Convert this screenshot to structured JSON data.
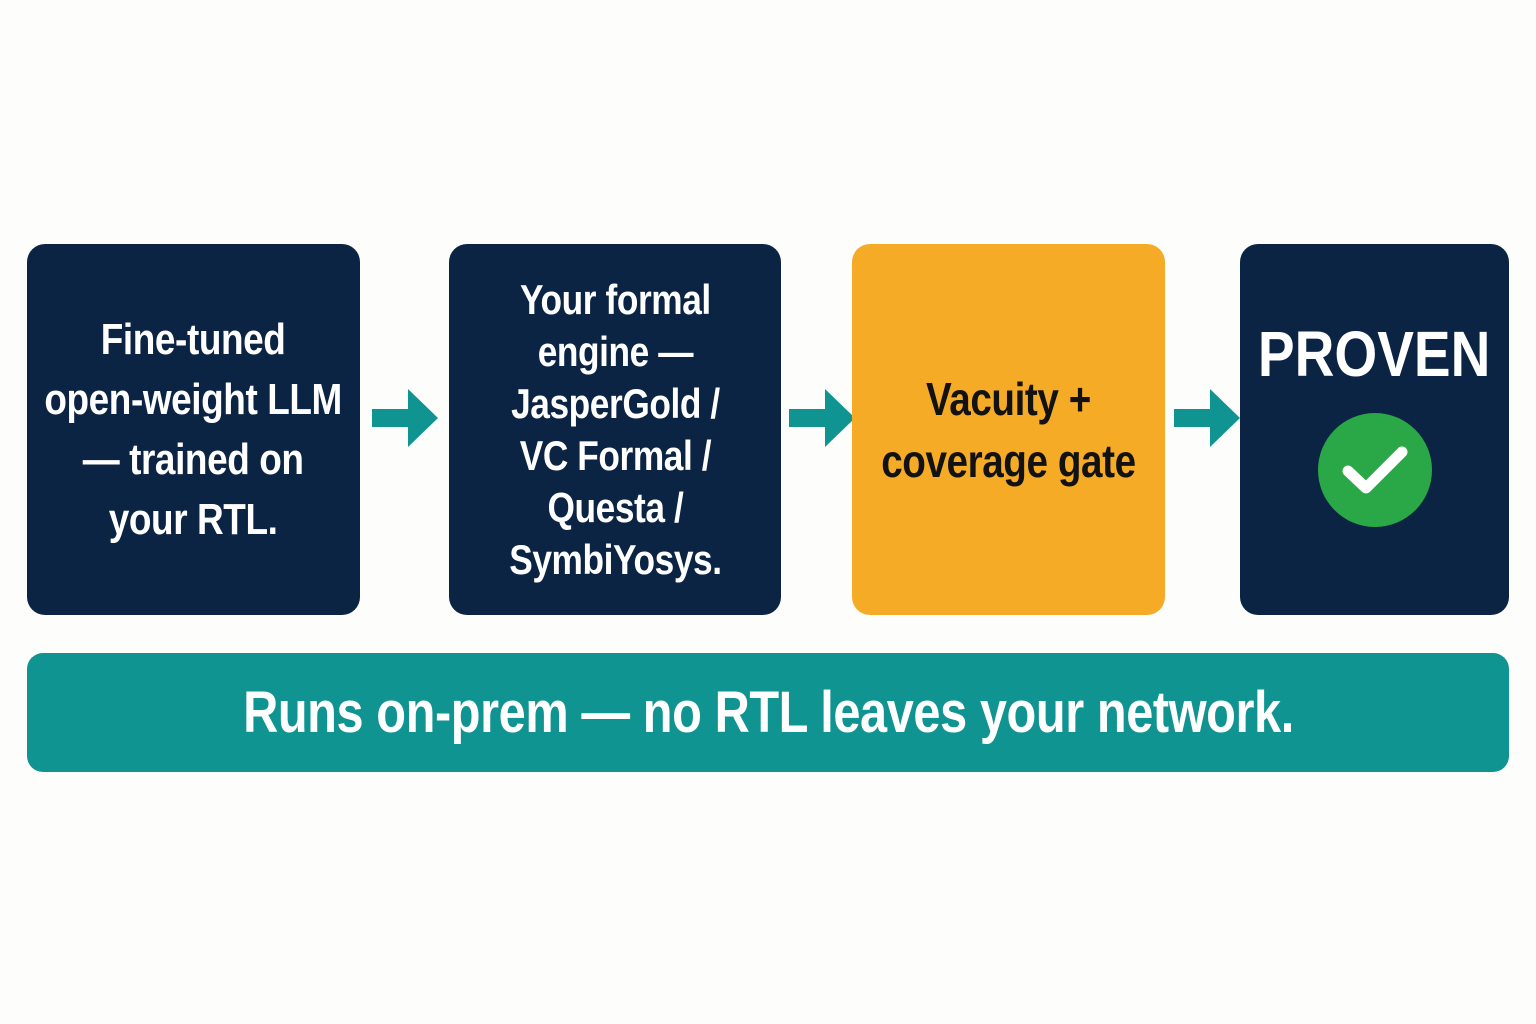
{
  "colors": {
    "background": "#fdfdfc",
    "navy": "#0c2444",
    "amber": "#f5ab25",
    "teal": "#0f9491",
    "green": "#2aa746",
    "white": "#ffffff",
    "dark_text": "#121212"
  },
  "steps": [
    {
      "id": "llm",
      "lines": [
        "Fine-tuned",
        "open-weight LLM",
        "— trained on",
        "your RTL."
      ]
    },
    {
      "id": "engine",
      "lines": [
        "Your formal",
        "engine —",
        "JasperGold /",
        "VC Formal /",
        "Questa /",
        "SymbiYosys."
      ]
    },
    {
      "id": "gate",
      "lines": [
        "Vacuity +",
        "coverage gate"
      ]
    },
    {
      "id": "proven",
      "label": "PROVEN",
      "icon": "check-circle-icon"
    }
  ],
  "arrows": [
    "arrow-right-icon",
    "arrow-right-icon",
    "arrow-right-icon"
  ],
  "banner": {
    "text": "Runs on-prem — no RTL leaves your network."
  }
}
